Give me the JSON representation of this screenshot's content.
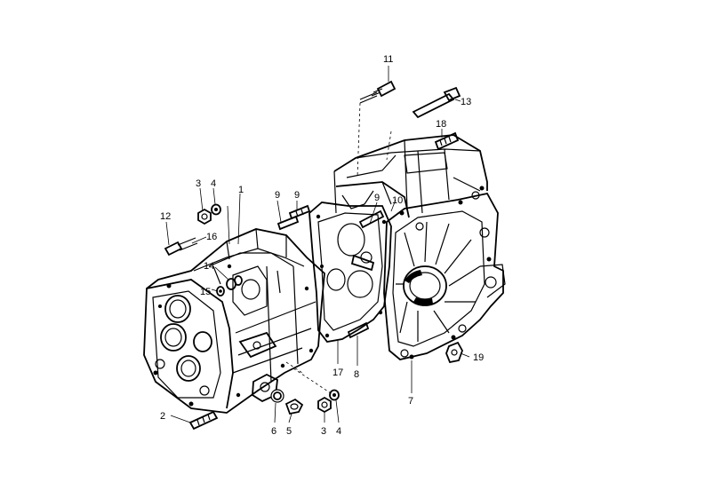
{
  "callouts": [
    {
      "id": "c11",
      "text": "11"
    },
    {
      "id": "c13",
      "text": "13"
    },
    {
      "id": "c18",
      "text": "18"
    },
    {
      "id": "c9a",
      "text": "9"
    },
    {
      "id": "c9b",
      "text": "9"
    },
    {
      "id": "c9c",
      "text": "9"
    },
    {
      "id": "c10",
      "text": "10"
    },
    {
      "id": "c1",
      "text": "1"
    },
    {
      "id": "c3a",
      "text": "3"
    },
    {
      "id": "c4a",
      "text": "4"
    },
    {
      "id": "c12",
      "text": "12"
    },
    {
      "id": "c16",
      "text": "16"
    },
    {
      "id": "c14",
      "text": "14"
    },
    {
      "id": "c15",
      "text": "15"
    },
    {
      "id": "c17",
      "text": "17"
    },
    {
      "id": "c8",
      "text": "8"
    },
    {
      "id": "c7",
      "text": "7"
    },
    {
      "id": "c19",
      "text": "19"
    },
    {
      "id": "c2",
      "text": "2"
    },
    {
      "id": "c6",
      "text": "6"
    },
    {
      "id": "c5",
      "text": "5"
    },
    {
      "id": "c3b",
      "text": "3"
    },
    {
      "id": "c4b",
      "text": "4"
    }
  ],
  "colors": {
    "ink": "#000000",
    "paper": "#ffffff"
  }
}
